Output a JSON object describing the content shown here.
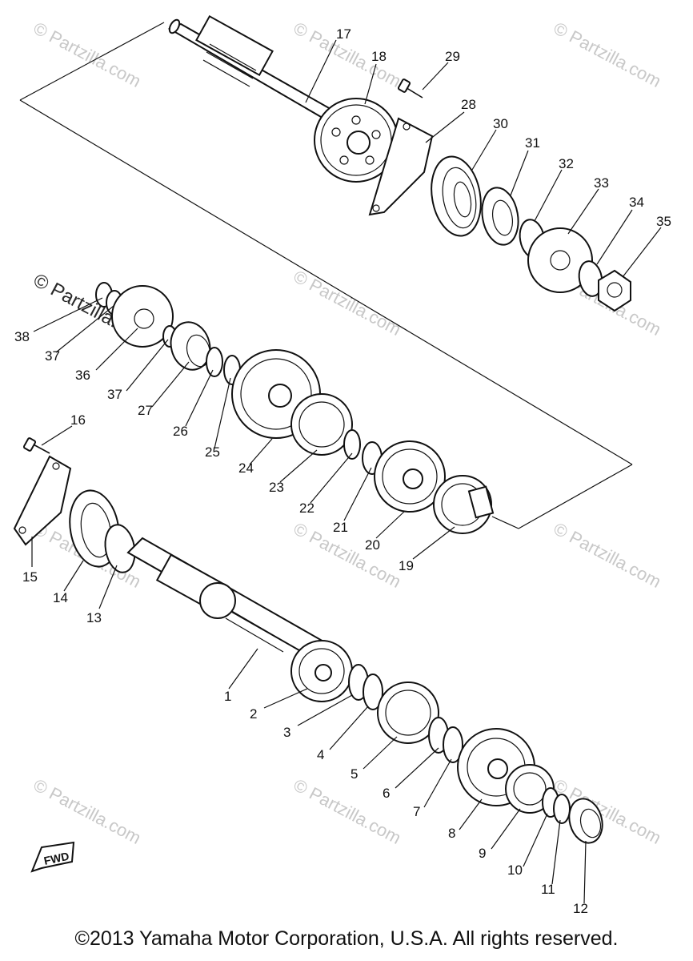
{
  "watermark": {
    "text": "© Partzilla.com",
    "corner_text": "© Partzilla.com"
  },
  "callouts": [
    "1",
    "2",
    "3",
    "4",
    "5",
    "6",
    "7",
    "8",
    "9",
    "10",
    "11",
    "12",
    "13",
    "14",
    "15",
    "16",
    "17",
    "18",
    "19",
    "20",
    "21",
    "22",
    "23",
    "24",
    "25",
    "26",
    "27",
    "28",
    "29",
    "30",
    "31",
    "32",
    "33",
    "34",
    "35",
    "36",
    "37",
    "37",
    "38"
  ],
  "fwd_label": "FWD",
  "copyright": "©2013  Yamaha Motor Corporation, U.S.A. All rights reserved."
}
